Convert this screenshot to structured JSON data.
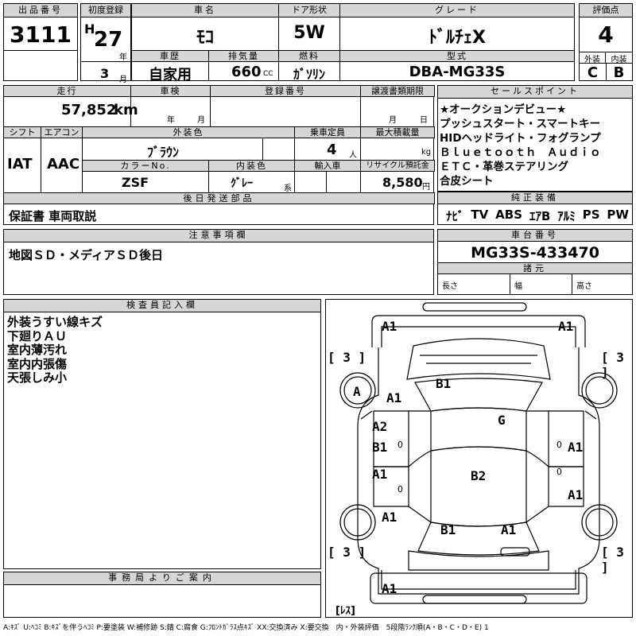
{
  "header": {
    "lot_no_label": "出品番号",
    "lot_no": "3111",
    "first_reg_label": "初度登録",
    "era": "H",
    "year": "27",
    "year_unit": "年",
    "month": "3",
    "month_unit": "月",
    "car_name_label": "車名",
    "car_name": "ﾓｺ",
    "door_label": "ドア形状",
    "door": "5W",
    "grade_label": "グレード",
    "grade": "ﾄﾞﾙﾁｪX",
    "score_label": "評価点",
    "score": "4",
    "history_label": "車歴",
    "history": "自家用",
    "displacement_label": "排気量",
    "displacement": "660",
    "displacement_unit": "CC",
    "fuel_label": "燃料",
    "fuel": "ｶﾞｿﾘﾝ",
    "model_label": "型式",
    "model": "DBA-MG33S",
    "exterior_label": "外装",
    "exterior": "C",
    "interior_label": "内装",
    "interior": "B"
  },
  "row2": {
    "mileage_label": "走行",
    "mileage": "57,852",
    "mileage_unit": "km",
    "inspection_label": "車検",
    "inspection_year_unit": "年",
    "inspection_month_unit": "月",
    "reg_no_label": "登録番号",
    "transfer_label": "譲渡書類期限",
    "transfer_month_unit": "月",
    "transfer_day_unit": "日",
    "shift_label": "シフト",
    "shift": "IAT",
    "ac_label": "エアコン",
    "ac": "AAC",
    "color_label": "外装色",
    "color": "ﾌﾞﾗｳﾝ",
    "capacity_label": "乗車定員",
    "capacity": "4",
    "capacity_unit": "人",
    "max_load_label": "最大積載量",
    "max_load_unit": "kg",
    "color_no_label": "カラーNo.",
    "color_no": "ZSF",
    "int_color_label": "内装色",
    "int_color": "ｸﾞﾚｰ",
    "int_color_unit": "系",
    "import_label": "輸入車",
    "recycle_label": "リサイクル預託金",
    "recycle": "8,580",
    "recycle_unit": "円",
    "later_parts_label": "後日発送部品",
    "later_parts": "保証書 車両取説"
  },
  "sales": {
    "label": "セールスポイント",
    "lines": [
      "★オークションデビュー★",
      "プッシュスタート・スマートキー",
      "HIDヘッドライト・フォグランプ",
      "Ｂｌｕｅｔｏｏｔｈ　Ａｕｄｉｏ",
      "ＥＴＣ・革巻ステアリング",
      "合皮シート"
    ]
  },
  "equipment": {
    "label": "純正装備",
    "items": [
      "ﾅﾋﾞ",
      "TV",
      "ABS",
      "ｴｱB",
      "ｱﾙﾐ",
      "PS",
      "PW"
    ]
  },
  "notes": {
    "label": "注意事項欄",
    "text": "地図ＳＤ・メディアＳＤ後日"
  },
  "chassis": {
    "label": "車台番号",
    "value": "MG33S-433470"
  },
  "specs": {
    "label": "諸元",
    "length": "長さ",
    "width": "幅",
    "height": "高さ"
  },
  "inspector": {
    "label": "検査員記入欄",
    "lines": [
      "外装うすい線キズ",
      "下廻りＡＵ",
      "室内薄汚れ",
      "室内内張傷",
      "天張しみ小"
    ]
  },
  "office": {
    "label": "事務局よりご案内"
  },
  "diagram": {
    "marks": {
      "front_left": "A1",
      "front_right": "A1",
      "tread_fl": "[ 3 ]",
      "tread_fr": "[ 3 ]",
      "tread_rl": "[ 3 ]",
      "tread_rr": "[ 3 ]",
      "wheel_fl": "A",
      "fender_l": "A1",
      "windshield": "B1",
      "roof": "G",
      "door_fl_1": "A2",
      "door_fl_2": "B1",
      "door_fl_3": "0",
      "door_fr_1": "A1",
      "door_fr_2": "0",
      "door_rl_1": "A1",
      "door_rl_2": "0",
      "door_rr_1": "A1",
      "door_rr_2": "0",
      "center": "B2",
      "qtr_l": "A1",
      "rear_glass": "B1",
      "rear_r": "A1",
      "rear_bumper": "A1",
      "spare": "[ﾚｽ]"
    }
  },
  "legend": "A:ｷｽﾞ U:ﾍｺﾐ B:ｷｽﾞを伴うﾍｺﾐ P:要塗装 W:補修跡 S:錆 C:腐食 G:ﾌﾛﾝﾄｶﾞﾗｽ点ｷｽﾞ XX:交換済み X:要交換　内・外装評価　5段階ﾗﾝｸ順(A・B・C・D・E) 1"
}
